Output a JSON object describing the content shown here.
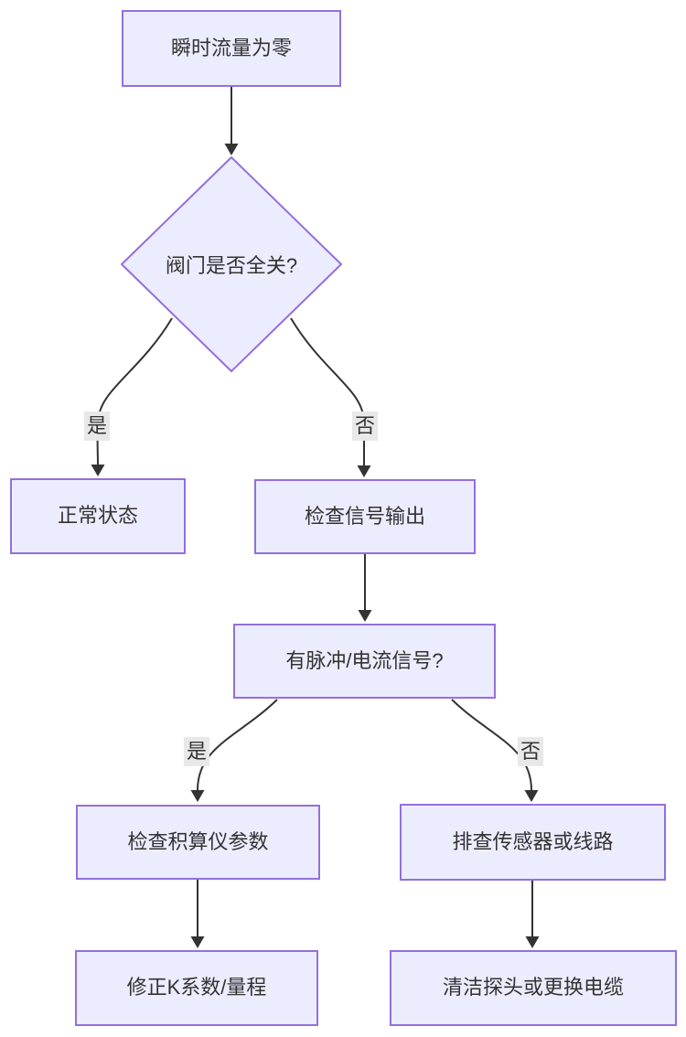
{
  "diagram": {
    "type": "flowchart",
    "direction": "top-down",
    "colors": {
      "background": "#ffffff",
      "node_fill": "#ECECFF",
      "node_border": "#9370DB",
      "edge_stroke": "#333333",
      "text": "#333333",
      "edge_label_bg": "#e8e8e8"
    },
    "nodes": {
      "start": {
        "label": "瞬时流量为零",
        "shape": "rect"
      },
      "valve_check": {
        "label": "阀门是否全关?",
        "shape": "diamond"
      },
      "normal": {
        "label": "正常状态",
        "shape": "rect"
      },
      "check_signal": {
        "label": "检查信号输出",
        "shape": "rect"
      },
      "signal_question": {
        "label": "有脉冲/电流信号?",
        "shape": "rect"
      },
      "check_totalizer": {
        "label": "检查积算仪参数",
        "shape": "rect"
      },
      "check_sensor": {
        "label": "排查传感器或线路",
        "shape": "rect"
      },
      "fix_k": {
        "label": "修正K系数/量程",
        "shape": "rect"
      },
      "clean_probe": {
        "label": "清洁探头或更换电缆",
        "shape": "rect"
      }
    },
    "edges": [
      {
        "from": "start",
        "to": "valve_check",
        "label": ""
      },
      {
        "from": "valve_check",
        "to": "normal",
        "label": "是"
      },
      {
        "from": "valve_check",
        "to": "check_signal",
        "label": "否"
      },
      {
        "from": "check_signal",
        "to": "signal_question",
        "label": ""
      },
      {
        "from": "signal_question",
        "to": "check_totalizer",
        "label": "是"
      },
      {
        "from": "signal_question",
        "to": "check_sensor",
        "label": "否"
      },
      {
        "from": "check_totalizer",
        "to": "fix_k",
        "label": ""
      },
      {
        "from": "check_sensor",
        "to": "clean_probe",
        "label": ""
      }
    ]
  }
}
